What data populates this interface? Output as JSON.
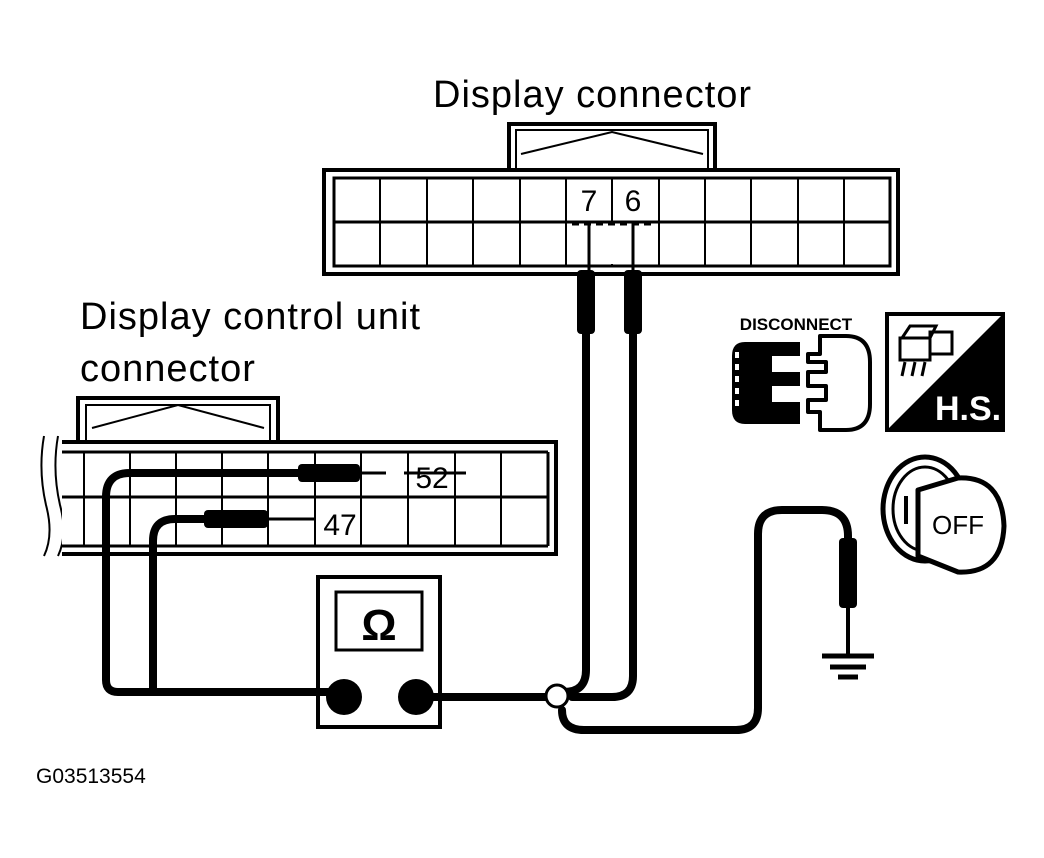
{
  "labels": {
    "display_connector": "Display connector",
    "control_unit_line1": "Display control unit",
    "control_unit_line2": "connector",
    "disconnect": "DISCONNECT",
    "hs": "H.S.",
    "off": "OFF",
    "ohm": "Ω",
    "figure_id": "G03513554"
  },
  "pins": {
    "display_a": "7",
    "display_b": "6",
    "control_a": "52",
    "control_b": "47"
  }
}
